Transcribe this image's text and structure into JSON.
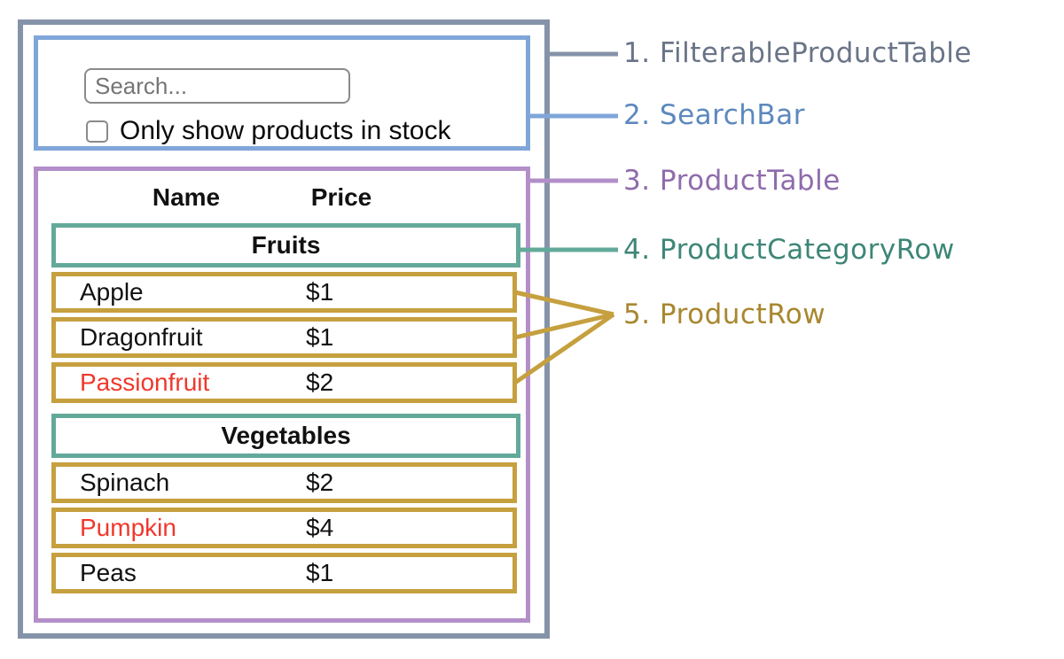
{
  "search_bar": {
    "placeholder": "Search...",
    "checkbox_label": "Only show products in stock"
  },
  "table": {
    "headers": {
      "name": "Name",
      "price": "Price"
    },
    "sections": [
      {
        "category": "Fruits",
        "rows": [
          {
            "name": "Apple",
            "price": "$1",
            "out_of_stock": false
          },
          {
            "name": "Dragonfruit",
            "price": "$1",
            "out_of_stock": false
          },
          {
            "name": "Passionfruit",
            "price": "$2",
            "out_of_stock": true
          }
        ]
      },
      {
        "category": "Vegetables",
        "rows": [
          {
            "name": "Spinach",
            "price": "$2",
            "out_of_stock": false
          },
          {
            "name": "Pumpkin",
            "price": "$4",
            "out_of_stock": true
          },
          {
            "name": "Peas",
            "price": "$1",
            "out_of_stock": false
          }
        ]
      }
    ]
  },
  "legend": [
    {
      "number": "1.",
      "label": "FilterableProductTable",
      "color": "#6A7487"
    },
    {
      "number": "2.",
      "label": "SearchBar",
      "color": "#5C88BE"
    },
    {
      "number": "3.",
      "label": "ProductTable",
      "color": "#8F6BAB"
    },
    {
      "number": "4.",
      "label": "ProductCategoryRow",
      "color": "#3D8677"
    },
    {
      "number": "5.",
      "label": "ProductRow",
      "color": "#A8872F"
    }
  ],
  "colors": {
    "outer_border": "#8593A9",
    "search_border": "#7FA6D9",
    "table_border": "#B38FC9",
    "category_border": "#63A99A",
    "row_border": "#C6A03F",
    "out_of_stock_text": "#F0382B"
  }
}
